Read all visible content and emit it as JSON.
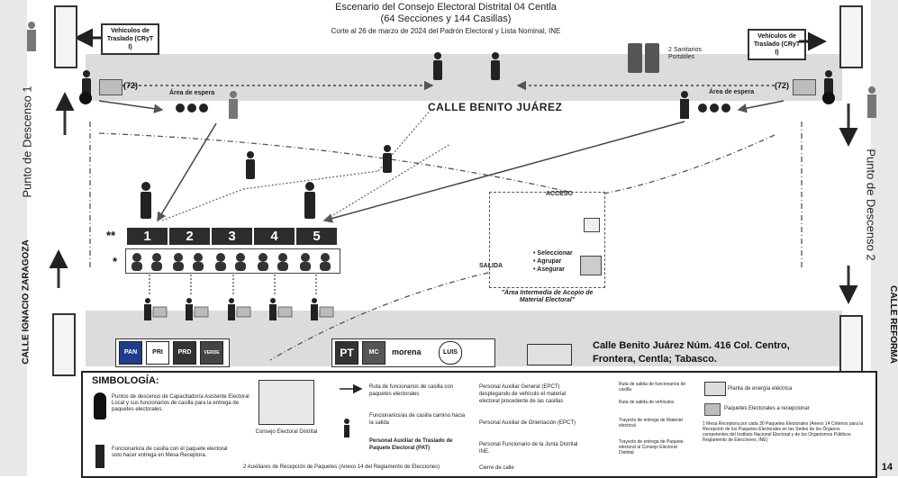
{
  "header": {
    "title_line1": "Escenario del Consejo Electoral Distrital 04 Centla",
    "title_line2": "(64 Secciones y 144 Casillas)",
    "title_line3": "Corte al 26 de marzo de 2024 del Padrón Electoral y Lista Nominal, INE"
  },
  "vehicles": {
    "left": "Vehículos de Traslado (CRyT I)",
    "right": "Vehículos de Traslado (CRyT I)"
  },
  "sanitarios": "2 Sanitarios Portátiles",
  "counts": {
    "left": "(72)",
    "right": "(72)"
  },
  "espera": {
    "left": "Área de espera",
    "right": "Área de espera"
  },
  "streets": {
    "main": "CALLE BENITO JUÁREZ",
    "left": "CALLE IGNACIO ZARAGOZA",
    "right": "CALLE REFORMA"
  },
  "descenso": {
    "left": "Punto de Descenso 1",
    "right": "Punto de Descenso 2"
  },
  "mesas": [
    "1",
    "2",
    "3",
    "4",
    "5"
  ],
  "stars": {
    "double": "**",
    "single": "*"
  },
  "acopio": {
    "acceso": "ACCESO",
    "salida": "SALIDA",
    "items": [
      "Seleccionar",
      "Agrupar",
      "Asegurar"
    ],
    "caption": "\"Área Intermedia de Acopio de Material Electoral\""
  },
  "parties": {
    "group1": [
      "PAN",
      "PRI",
      "PRD",
      "VERDE"
    ],
    "group2": [
      "PT",
      "MC",
      "morena",
      "LUIS"
    ]
  },
  "address": {
    "line1": "Calle Benito Juárez Núm. 416 Col. Centro,",
    "line2": "Frontera, Centla; Tabasco."
  },
  "legend": {
    "title": "SIMBOLOGÍA:",
    "capacitador": "Puntos de descenso de Capacitador/a Asistente Electoral Local y sus funcionarios de casilla para la entrega de paquetes electorales.",
    "funcionario_paquete": "Funcionario/a de casilla con el paquete electoral solo hacer entrega en Mesa Receptora.",
    "consejo": "Consejo Electoral Distrital",
    "auxiliares": "2 Auxiliares de Recepción de Paquetes (Anexo 14 del Reglamento de Elecciones)",
    "ruta_funcionarios": "Ruta de funcionarios de casilla con paquetes electorales",
    "funcionarios_camino": "Funcionarios/as de casilla camino hacia la salida",
    "pat": "Personal Auxiliar de Traslado de Paquete Electoral (PAT)",
    "peg": "Personal Auxiliar General (EPCT) desplegando de vehículo el material electoral procedente de las casillas",
    "orientacion": "Personal Auxiliar de Orientación (EPCT)",
    "funcionario_junta": "Personal Funcionario de la Junta Distrital INE.",
    "cierre": "Cierre de calle",
    "ruta_salida": "Ruta de salida de funcionarios de casilla",
    "ruta_vehiculos": "Ruta de salida de vehículos",
    "trayecto_entrega": "Trayecto de entrega de Material electoral",
    "trayecto_paquete": "Trayecto de entrega de Paquete electoral al Consejo Electoral Distrital",
    "planta": "Planta de energía eléctrica",
    "paquetes": "Paquetes Electorales a recepcionar",
    "nota": "1 Mesa Receptora por cada 30 Paquetes Electorales (Anexo 14 Criterios para la Recepción de los Paquetes Electorales en las Sedes de los Órganos competentes del Instituto Nacional Electoral y de los Organismos Públicos Reglamento de Elecciones, INE)"
  },
  "page_number": "14"
}
